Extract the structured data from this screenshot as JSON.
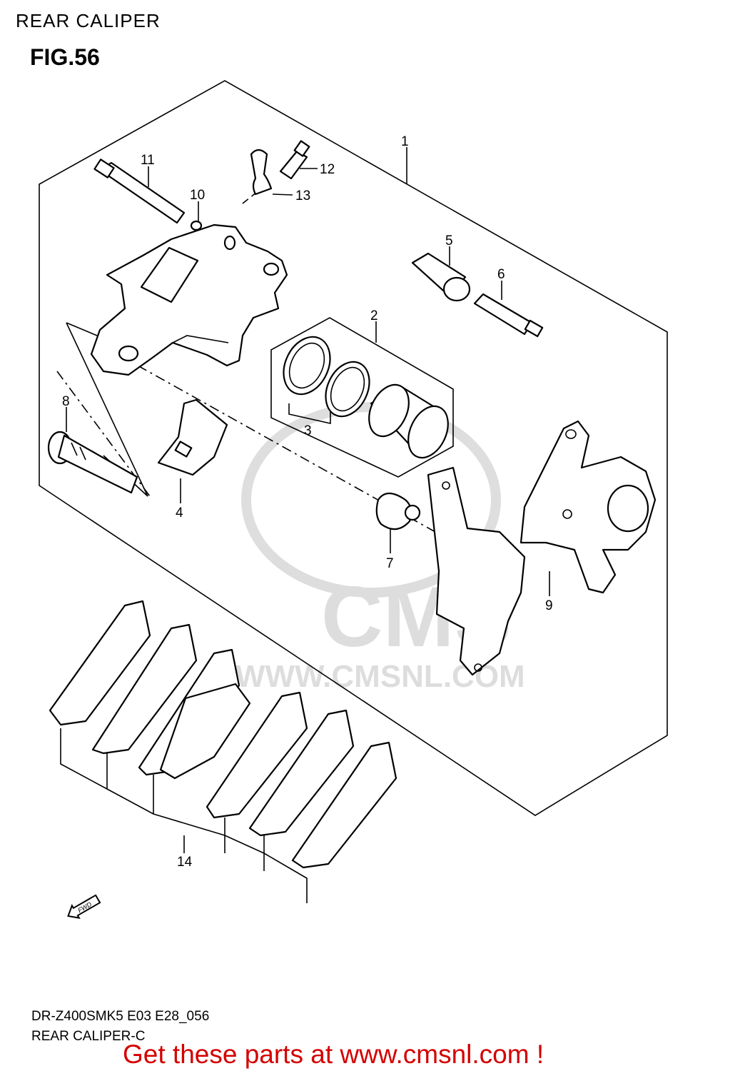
{
  "header": {
    "heading": "REAR CALIPER",
    "figure": "FIG.56"
  },
  "callouts": [
    {
      "id": "1",
      "text": "1"
    },
    {
      "id": "2",
      "text": "2"
    },
    {
      "id": "3",
      "text": "3"
    },
    {
      "id": "4",
      "text": "4"
    },
    {
      "id": "5",
      "text": "5"
    },
    {
      "id": "6",
      "text": "6"
    },
    {
      "id": "7",
      "text": "7"
    },
    {
      "id": "8",
      "text": "8"
    },
    {
      "id": "9",
      "text": "9"
    },
    {
      "id": "10",
      "text": "10"
    },
    {
      "id": "11",
      "text": "11"
    },
    {
      "id": "12",
      "text": "12"
    },
    {
      "id": "13",
      "text": "13"
    },
    {
      "id": "14",
      "text": "14"
    }
  ],
  "direction_marker": {
    "text": "FWD",
    "icon": "arrow-left-icon"
  },
  "watermark": {
    "brand": "CMS",
    "url": "WWW.CMSNL.COM"
  },
  "footer": {
    "model_code": "DR-Z400SMK5 E03 E28_056",
    "caption": "REAR CALIPER-C",
    "cta": "Get these parts at www.cmsnl.com !",
    "cta_color": "#d40000"
  }
}
